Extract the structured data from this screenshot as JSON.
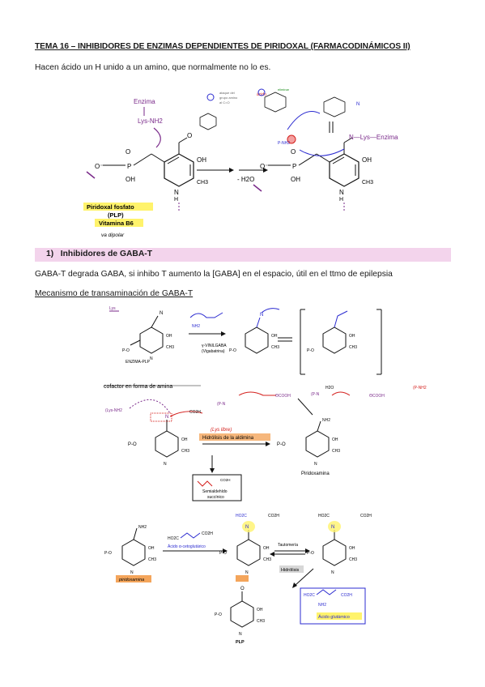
{
  "title": "TEMA 16 – INHIBIDORES DE ENZIMAS DEPENDIENTES DE PIRIDOXAL (FARMACODINÁMICOS II)",
  "intro": "Hacen ácido un H unido a un amino, que normalmente no lo es.",
  "figure1": {
    "enzima": "Enzima",
    "lys_nh2": "Lys-NH2",
    "plp_label": "Piridoxal fosfato",
    "plp_abbr": "(PLP)",
    "vitamina": "Vitamina B6",
    "h2o": "- H2O",
    "lys_enzima": "N—Lys—Enzima",
    "oh": "OH",
    "ch3": "CH3",
    "o_minus": "O⁻",
    "p": "P",
    "handwritten": "va dipolar"
  },
  "section": {
    "number": "1)",
    "title": "Inhibidores de GABA-T"
  },
  "paragraph": "GABA-T degrada GABA, si inhibo T aumento la [GABA] en el espacio, útil en el ttmo de epilepsia",
  "subheading": "Mecanismo de transaminación de GABA-T",
  "figure2": {
    "enzyme_plp": "ENZIMA-PLP",
    "vinilgaba": "γ-VINILGABA",
    "vigabatrina": "(Vigabatrina)",
    "po": "P-O"
  },
  "figure3": {
    "cofactor": "cofactor en forma de amina",
    "lys_libre": "(Lys libre)",
    "hidrolisis_aldimina": "Hidrólisis de la aldimina",
    "semialdehido": "Semialdehído",
    "succinico": "succínico",
    "piridoxamina": "Piridoxamina",
    "nh2": "NH2",
    "co2h": "CO2H"
  },
  "figure4": {
    "acido_oxoglutarico": "Ácido α-cetoglutárico",
    "piridoxamina": "piridoxamina",
    "tautomeria": "Tautomería",
    "hidrolisis": "Hidrólisis",
    "plp": "PLP",
    "acido_glutamico": "Ácido glutámico",
    "ho2c": "HO2C",
    "co2h": "CO2H",
    "nh2": "NH2"
  },
  "colors": {
    "section_bar": "#f3d4ec",
    "highlight": "#fff36b",
    "purple": "#7a2a8a",
    "blue": "#2b2bd0",
    "red": "#d4201d",
    "orange": "#f4a55b"
  }
}
